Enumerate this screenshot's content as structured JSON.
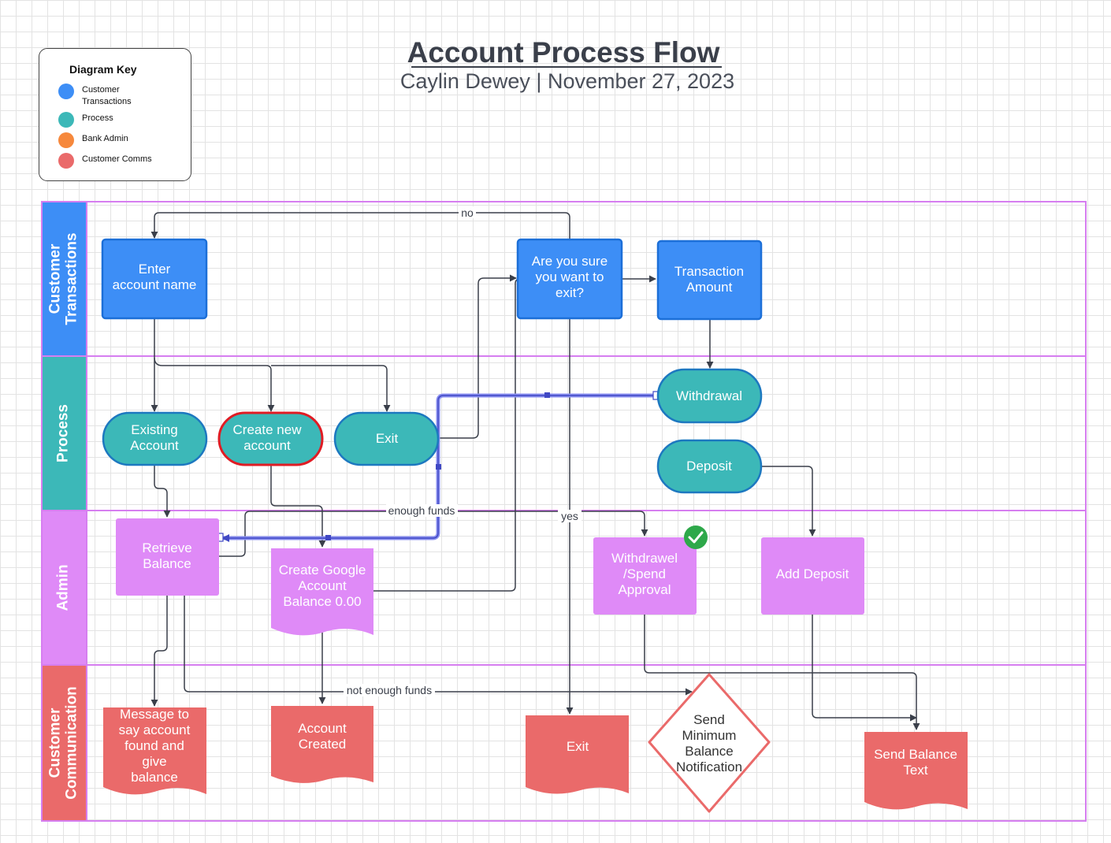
{
  "header": {
    "title": "Account Process Flow",
    "subtitle": "Caylin Dewey  |  November 27, 2023"
  },
  "key": {
    "title": "Diagram Key",
    "items": [
      {
        "label": "Customer Transactions",
        "color": "#3d8ef6"
      },
      {
        "label": "Process",
        "color": "#3cb8b8"
      },
      {
        "label": "Bank Admin",
        "color": "#f6883c"
      },
      {
        "label": "Customer Comms",
        "color": "#ea6a6a"
      }
    ]
  },
  "lanes": [
    {
      "label": "Customer Transactions",
      "color": "#3d8ef6"
    },
    {
      "label": "Process",
      "color": "#3cb8b8"
    },
    {
      "label": "Admin",
      "color": "#df8af7"
    },
    {
      "label": "Customer Communication",
      "color": "#ea6a6a"
    }
  ],
  "nodes": {
    "enter_account_name": "Enter account name",
    "are_you_sure": "Are you sure you want to exit?",
    "transaction_amount": "Transaction Amount",
    "existing_account": "Existing Account",
    "create_new_account": "Create new account",
    "exit_process": "Exit",
    "withdrawal": "Withdrawal",
    "deposit": "Deposit",
    "retrieve_balance": "Retrieve Balance",
    "create_google_account": "Create Google Account Balance 0.00",
    "withdrawel_approval": "Withdrawel /Spend Approval",
    "add_deposit": "Add Deposit",
    "message_account_found": "Message to say account found and give balance",
    "account_created": "Account Created",
    "exit_comm": "Exit",
    "send_minimum_balance": "Send Minimum Balance Notification",
    "send_balance_text": "Send Balance Text"
  },
  "edge_labels": {
    "no": "no",
    "yes": "yes",
    "enough_funds": "enough funds",
    "not_enough_funds": "not enough funds"
  },
  "colors": {
    "transaction_fill": "#3d8ef6",
    "transaction_stroke": "#1c6fd8",
    "process_fill": "#3cb8b8",
    "process_stroke": "#1d78c0",
    "admin_fill": "#df8af7",
    "comm_fill": "#ea6a6a",
    "lane_border": "#d67ef0",
    "edge": "#3a3f4a",
    "selected_edge": "#4048c4",
    "highlight": "#e01c24",
    "check": "#2ea84a"
  }
}
